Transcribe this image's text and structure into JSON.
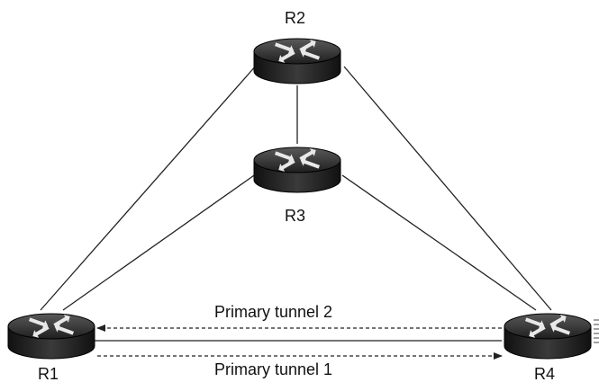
{
  "routers": [
    {
      "id": "R2",
      "label": "R2"
    },
    {
      "id": "R3",
      "label": "R3"
    },
    {
      "id": "R1",
      "label": "R1"
    },
    {
      "id": "R4",
      "label": "R4"
    }
  ],
  "links": [
    {
      "from": "R2",
      "to": "R3"
    },
    {
      "from": "R2",
      "to": "R1"
    },
    {
      "from": "R2",
      "to": "R4"
    },
    {
      "from": "R3",
      "to": "R1"
    },
    {
      "from": "R3",
      "to": "R4"
    },
    {
      "from": "R1",
      "to": "R4"
    }
  ],
  "tunnels": [
    {
      "label": "Primary tunnel 2",
      "from": "R4",
      "to": "R1",
      "style": "dashed"
    },
    {
      "label": "Primary tunnel 1",
      "from": "R1",
      "to": "R4",
      "style": "dashed"
    }
  ],
  "colors": {
    "router_body": "#2b2b2b",
    "router_top": "#3a3a3a",
    "line": "#222222",
    "arrow_glyph": "#e8e8e8"
  }
}
